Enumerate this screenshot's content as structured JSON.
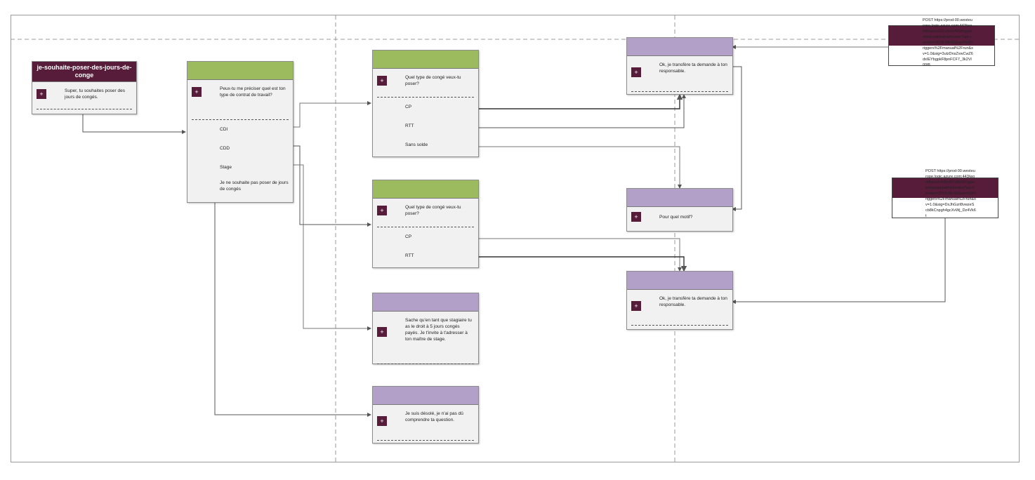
{
  "colors": {
    "wine": "#561c3a",
    "green": "#9cbb5e",
    "purple": "#b3a0c8",
    "box": "#f1f1f1"
  },
  "nodes": {
    "start": {
      "title": "je-souhaite-poser-des-jours-de-conge",
      "message": "Super, tu souhaites poser des jours de congés."
    },
    "contract": {
      "message": "Peux-tu me préciser quel est ton type de contrat de travail?",
      "options": [
        "CDI",
        "CDD",
        "Stage",
        "Je ne souhaite pas poser de jours de congés"
      ]
    },
    "leave_type_1": {
      "message": "Quel type de congé veux-tu poser?",
      "options": [
        "CP",
        "RTT",
        "Sans solde"
      ]
    },
    "leave_type_2": {
      "message": "Quel type de congé veux-tu poser?",
      "options": [
        "CP",
        "RTT"
      ]
    },
    "internship": {
      "message": "Sache qu'en tant que stagiaire tu as le droit à 5 jours congés payés. Je t'invite à t'adresser à ton maître de stage."
    },
    "sorry": {
      "message": "Je suis désolé, je n'ai pas dû comprendre ta question."
    },
    "transfer_1": {
      "message": "Ok, je transfère ta demande à ton responsable."
    },
    "reason": {
      "message": "Pour quel motif?"
    },
    "transfer_2": {
      "message": "Ok, je transfère ta demande à ton responsable."
    }
  },
  "api": [
    {
      "url": "POST https://prod-00.westeurope.logic.azure.com:443/workflows/a1b2c3d4e5f6/triggers/manual/paths/invoke?api-version=2016-06-01&sp=%2Ftriggers%2Fmanual%2Frun&sv=1.0&sig=3ulzDnsZvwCwZ6dxIEYbgpkF8pnFCF7_3k2Vl00f8"
    },
    {
      "url": "POST https://prod-00.westeurope.logic.azure.com:443/workflows/c4d5e6f7a8b9/triggers/manual/paths/invoke?api-version=2016-06-01&sp=%2Ftriggers%2Fmanual%2Frun&sv=1.0&sig=DxJhGzrl8vwzeScb8kCnpgh4gcXvWj_Dz4Vk6t"
    }
  ]
}
